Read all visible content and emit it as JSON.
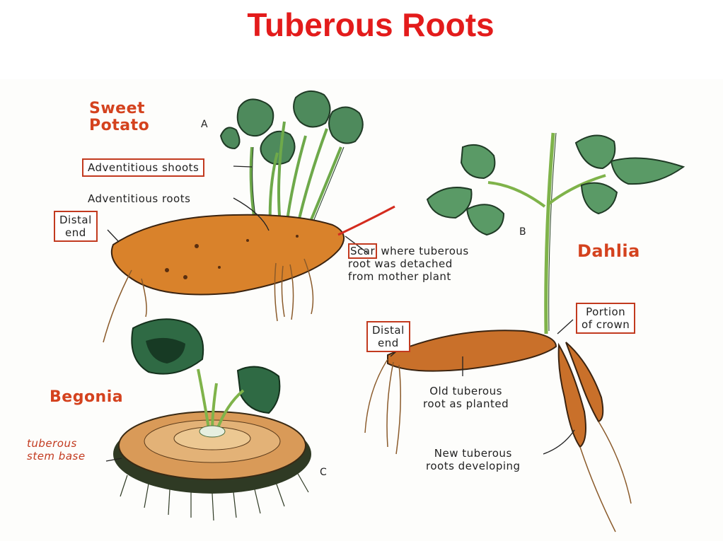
{
  "title": "Tuberous Roots",
  "plants": {
    "sweet_potato": "Sweet\nPotato",
    "dahlia": "Dahlia",
    "begonia": "Begonia"
  },
  "figure_letters": {
    "a": "A",
    "b": "B",
    "c": "C"
  },
  "labels": {
    "adventitious_shoots": "Adventitious shoots",
    "adventitious_roots": "Adventitious roots",
    "distal_end_a": "Distal\nend",
    "scar_word": "Scar",
    "scar_rest_1": " where tuberous",
    "scar_rest_2": "root was detached",
    "scar_rest_3": "from mother plant",
    "distal_end_b": "Distal\nend",
    "portion_of_crown": "Portion\nof crown",
    "old_tuberous_root": "Old tuberous\nroot as planted",
    "new_tuberous_roots": "New tuberous\nroots developing",
    "tuberous_stem_base": "tuberous\nstem base"
  },
  "colors": {
    "title": "#e31b1b",
    "label_box": "#c23a1f",
    "tuber": "#d9822b",
    "leaf": "#3f7a4a",
    "stem": "#7fb34a"
  }
}
